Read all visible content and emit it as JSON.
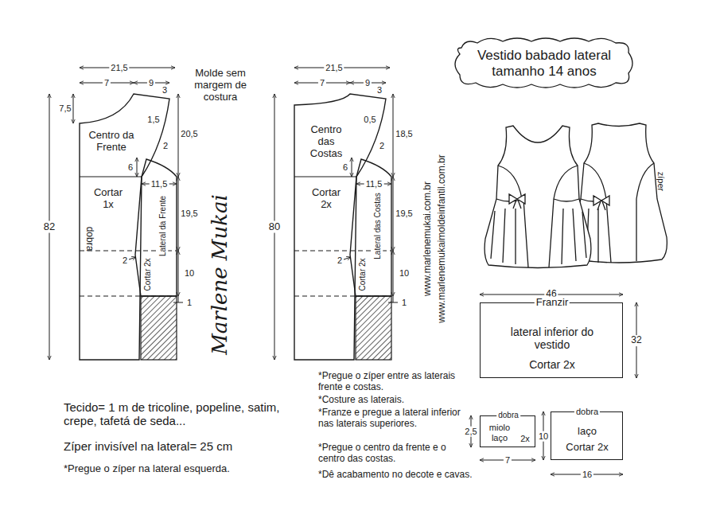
{
  "diagram": {
    "title": "Vestido babado lateral tamanho 14 anos",
    "nodes": [
      {
        "text": [
          "Centro da Frente",
          "Cortar 1x",
          "dobra"
        ]
      },
      {
        "text": [
          "Lateral da Frente",
          "Cortar 2x"
        ]
      },
      {
        "text": [
          "Centro das Costas",
          "Cortar 2x"
        ]
      },
      {
        "text": [
          "Lateral das Costas",
          "Cortar 2x"
        ]
      },
      {
        "text": [
          "Franzir",
          "lateral inferior do vestido",
          "Cortar 2x"
        ]
      },
      {
        "text": [
          "dobra",
          "miolo laço",
          "2x"
        ]
      },
      {
        "text": [
          "dobra",
          "laço",
          "Cortar 2x"
        ]
      }
    ],
    "labels": [
      "21,5",
      "7",
      "9",
      "7,5",
      "3",
      "1,5",
      "2",
      "6",
      "20,5",
      "11,5",
      "19,5",
      "82",
      "2",
      "10",
      "1",
      "21,5",
      "7",
      "9",
      "3",
      "0,5",
      "2",
      "6",
      "18,5",
      "11,5",
      "19,5",
      "80",
      "2",
      "10",
      "1",
      "Molde sem margem de costura",
      "Marlene Mukai",
      "www.marlenemukai.com.br",
      "www.marlenemukaimoldeinfantil.com.br",
      "zíper",
      "46",
      "32",
      "2,5",
      "7",
      "10",
      "16",
      "Tecido= 1 m de tricoline, popeline, satim, crepe, tafetá de seda...",
      "Zíper invisível na lateral= 25 cm",
      "*Pregue o zíper na lateral esquerda.",
      "*Pregue o zíper entre as laterais frente e costas.",
      "*Costure as laterais.",
      "*Franze e pregue a lateral inferior nas laterais superiores.",
      "*Pregue o centro da frente e o centro das costas.",
      "*Dê acabamento no decote e cavas."
    ]
  }
}
